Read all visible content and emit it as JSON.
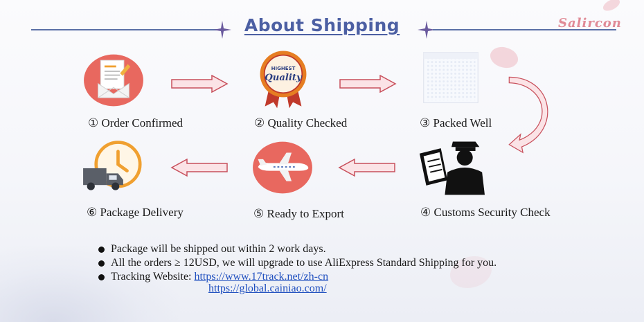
{
  "header": {
    "title": "About Shipping",
    "brand": "Salircon"
  },
  "steps": [
    {
      "label": "① Order Confirmed",
      "icon": "order-document-icon"
    },
    {
      "label": "② Quality Checked",
      "icon": "quality-badge-icon"
    },
    {
      "label": "③ Packed Well",
      "icon": "bubble-mailer-icon"
    },
    {
      "label": "④ Customs Security Check",
      "icon": "customs-officer-icon"
    },
    {
      "label": "⑤ Ready to Export",
      "icon": "airplane-icon"
    },
    {
      "label": "⑥ Package Delivery",
      "icon": "delivery-truck-clock-icon"
    }
  ],
  "badge_text": {
    "top": "HIGHEST",
    "main": "Quality"
  },
  "notes": [
    "Package will be shipped out within 2 work days.",
    "All the orders ≥ 12USD, we will upgrade to use AliExpress Standard Shipping for you.",
    "Tracking Website: "
  ],
  "tracking_links": [
    "https://www.17track.net/zh-cn",
    "https://global.cainiao.com/"
  ],
  "colors": {
    "accent_blue": "#4c5fa3",
    "brand_pink": "#e08a96",
    "arrow_fill": "#fbe3e6",
    "arrow_stroke": "#c8505c",
    "icon_red": "#e8685f",
    "icon_orange": "#f0a030"
  }
}
